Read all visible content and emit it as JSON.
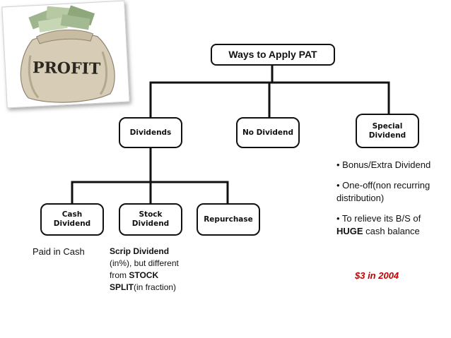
{
  "title_node": "Ways to Apply PAT",
  "nodes": {
    "dividends": "Dividends",
    "no_dividend": "No Dividend",
    "special_dividend": "Special\nDividend",
    "cash_dividend": "Cash\nDividend",
    "stock_dividend": "Stock\nDividend",
    "repurchase": "Repurchase"
  },
  "image_text": "PROFIT",
  "notes": {
    "cash": "Paid in Cash",
    "scrip_title": "Scrip Dividend",
    "scrip_line1": "(in%), but different",
    "scrip_line2a": "from ",
    "scrip_line2b": "STOCK",
    "scrip_line3a": "SPLIT",
    "scrip_line3b": "(in fraction)"
  },
  "special_bullets": {
    "b1": "• Bonus/Extra Dividend",
    "b2": "• One-off(non recurring distribution)",
    "b3a": "• To relieve its B/S of ",
    "b3b": "HUGE",
    "b3c": " cash balance"
  },
  "special_note": "$3 in 2004",
  "colors": {
    "accent_red": "#c00000",
    "line": "#111111"
  },
  "icons": {
    "photo": "money-bag-icon"
  }
}
